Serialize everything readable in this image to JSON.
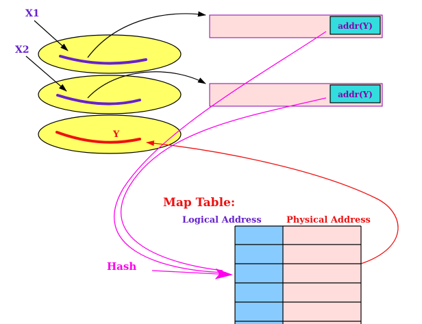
{
  "labels": {
    "x1": "X1",
    "x2": "X2",
    "y": "Y",
    "addr_top": "addr(Y)",
    "addr_bottom": "addr(Y)",
    "map_title": "Map Table:",
    "logical_header": "Logical Address",
    "physical_header": "Physical Address",
    "hash": "Hash"
  },
  "colors": {
    "ellipse_fill": "#ffff66",
    "record_fill": "#ffdddd",
    "record_border": "#8800aa",
    "addr_fill": "#33dddd",
    "logical_fill": "#88ccff",
    "physical_fill": "#ffdddd",
    "purple": "#6622cc",
    "red": "#ee1111",
    "magenta": "#ff00ee"
  },
  "map_table": {
    "rows": 6
  }
}
